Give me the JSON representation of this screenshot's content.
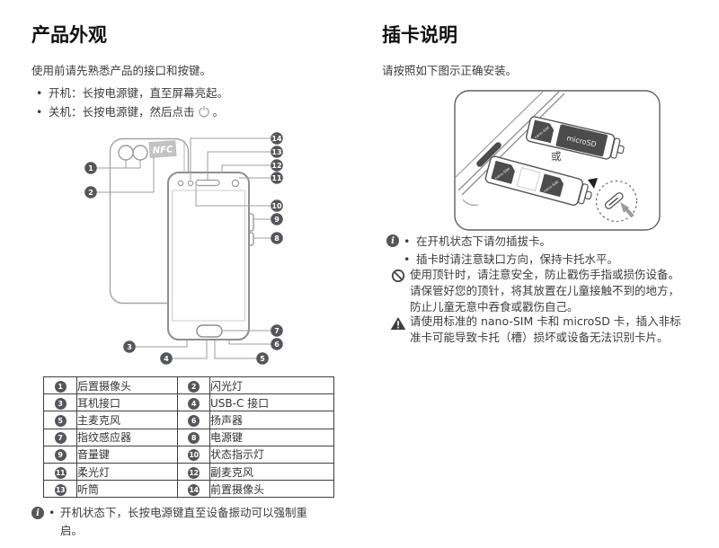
{
  "left": {
    "title": "产品外观",
    "intro": "使用前请先熟悉产品的接口和按键。",
    "bullet_on": "开机：长按电源键，直至屏幕亮起。",
    "bullet_off_before": "关机：长按电源键，然后点击",
    "bullet_off_after": "。",
    "diagram": {
      "nfc_label": "NFC",
      "callouts": [
        "1",
        "2",
        "3",
        "4",
        "5",
        "6",
        "7",
        "8",
        "9",
        "10",
        "11",
        "12",
        "13",
        "14"
      ]
    },
    "table": {
      "rows": [
        [
          "1",
          "后置摄像头",
          "2",
          "闪光灯"
        ],
        [
          "3",
          "耳机接口",
          "4",
          "USB-C 接口"
        ],
        [
          "5",
          "主麦克风",
          "6",
          "扬声器"
        ],
        [
          "7",
          "指纹感应器",
          "8",
          "电源键"
        ],
        [
          "9",
          "音量键",
          "10",
          "状态指示灯"
        ],
        [
          "11",
          "柔光灯",
          "12",
          "副麦克风"
        ],
        [
          "13",
          "听筒",
          "14",
          "前置摄像头"
        ]
      ]
    },
    "note": {
      "lines": [
        "开机状态下，长按电源键直至设备振动可以强制重",
        "启。"
      ]
    }
  },
  "right": {
    "title": "插卡说明",
    "intro": "请按照如下图示正确安装。",
    "diagram": {
      "or_label": "或",
      "microsd_label": "microSD",
      "nanosim_label": "nano-SIM"
    },
    "notes": {
      "info_bullets": [
        "在开机状态下请勿插拔卡。",
        "插卡时请注意缺口方向，保持卡托水平。"
      ],
      "prohibit_lines": [
        "使用顶针时，请注意安全，防止戳伤手指或损伤设备。",
        "请保管好您的顶针，将其放置在儿童接触不到的地方，",
        "防止儿童无意中吞食或戳伤自己。"
      ],
      "warning_lines": [
        "请使用标准的 nano-SIM 卡和 microSD 卡，插入非标",
        "准卡可能导致卡托（槽）损坏或设备无法识别卡片。"
      ]
    }
  },
  "colors": {
    "accent_badge": "#55565a",
    "text": "#3c3c3c",
    "table_border": "#3f3f3f",
    "diagram_stroke": "#8f8f8f"
  }
}
